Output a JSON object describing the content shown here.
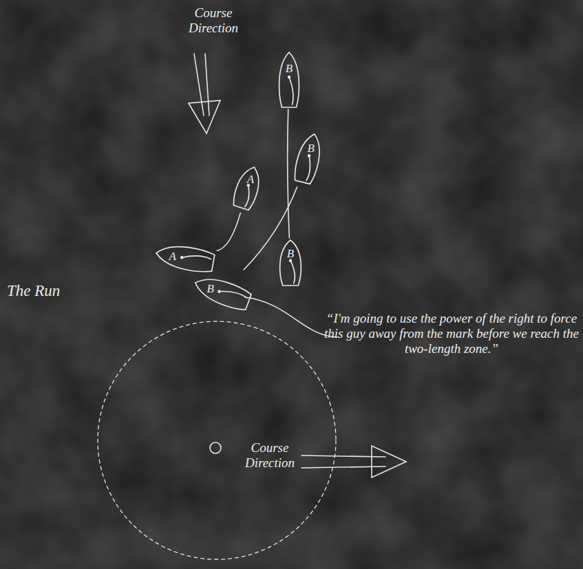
{
  "diagram": {
    "nodes": [
      {
        "text": [
          "B"
        ]
      },
      {
        "text": [
          "B"
        ]
      },
      {
        "text": [
          "A"
        ]
      },
      {
        "text": [
          "A"
        ]
      },
      {
        "text": [
          "B"
        ]
      },
      {
        "text": [
          "B"
        ]
      }
    ],
    "edges": [
      {
        "from": 0,
        "to": 4,
        "arrow": "none"
      },
      {
        "from": 1,
        "to": 5,
        "arrow": "none"
      },
      {
        "from": 2,
        "to": 3,
        "arrow": "none"
      }
    ],
    "labels": [
      "Course Direction",
      "The Run",
      "“I'm going to use the power of the right to force this guy away from the mark before we reach the two-length zone.”",
      "Course Direction"
    ]
  }
}
